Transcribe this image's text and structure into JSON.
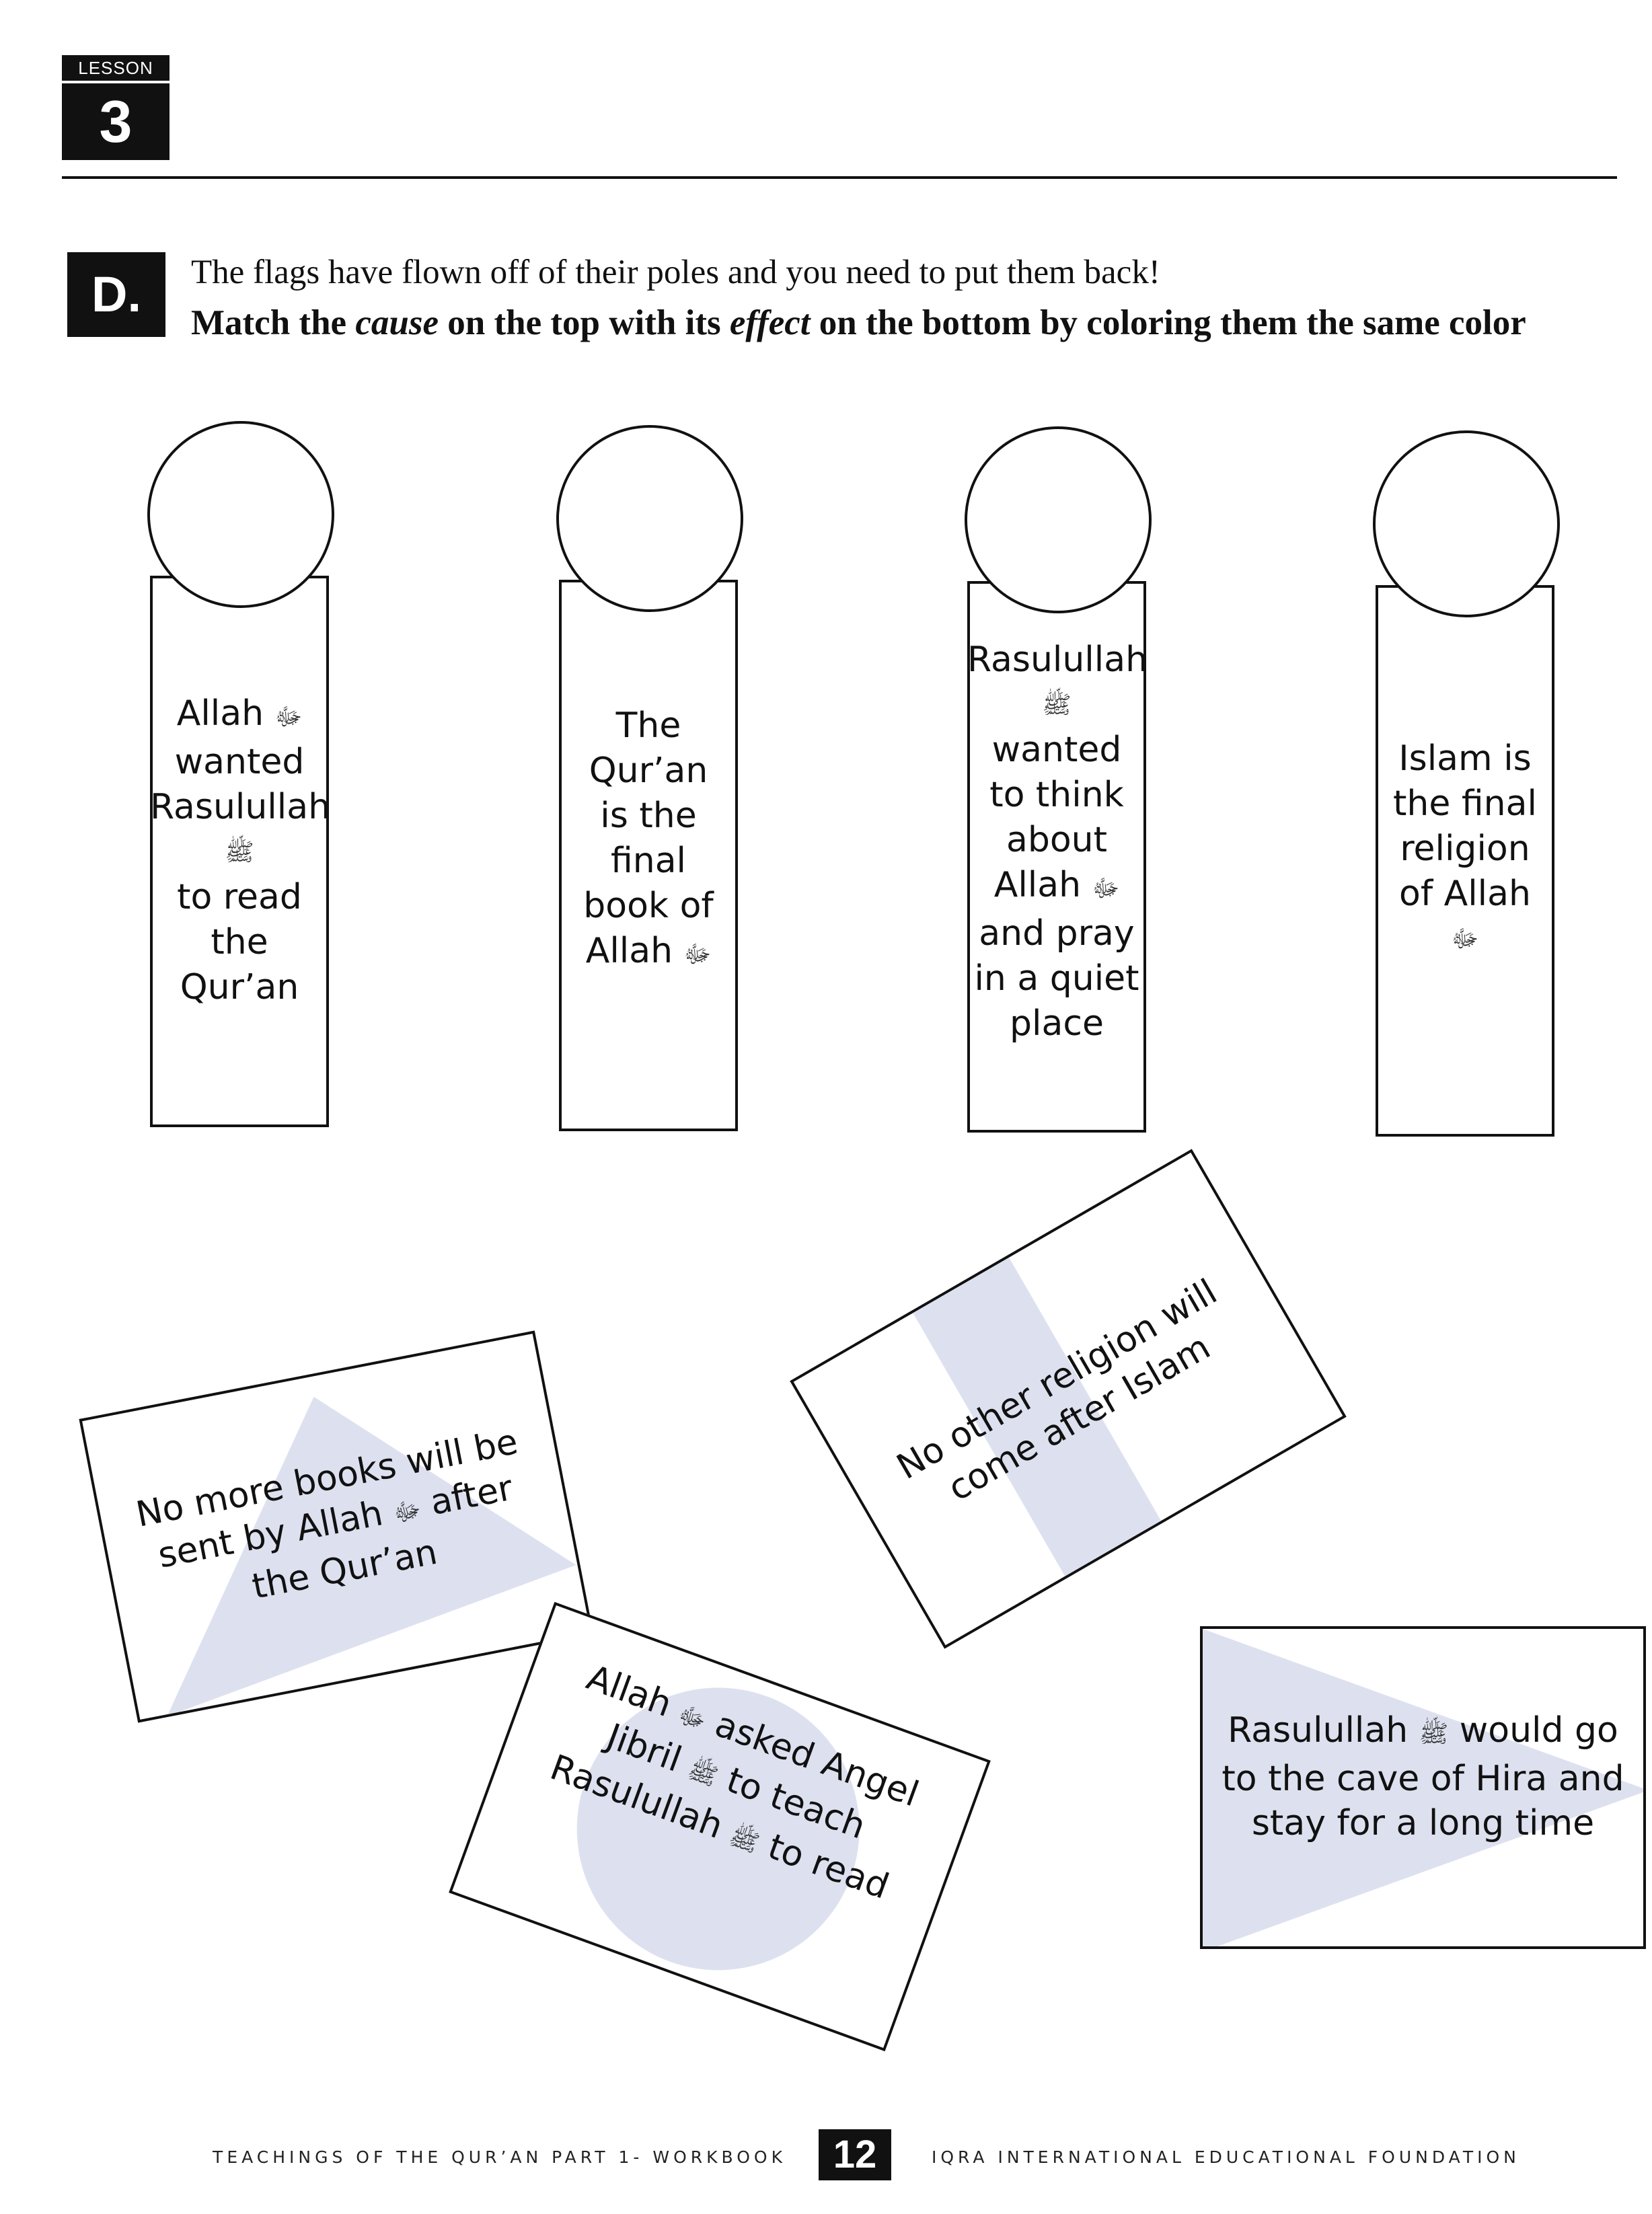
{
  "header": {
    "lesson_label": "LESSON",
    "lesson_number": "3"
  },
  "section": {
    "letter": "D.",
    "instruction_line1": "The flags have flown off of their poles and you need to put them back!",
    "instruction_line2_a": "Match the ",
    "instruction_line2_cause": "cause",
    "instruction_line2_b": " on the top with its ",
    "instruction_line2_effect": "effect",
    "instruction_line2_c": " on the bottom by coloring them the same color"
  },
  "honorific_swt": "ﷻ",
  "honorific_saw": "ﷺ",
  "honorific_as": "ﷺ",
  "poles": [
    {
      "lines": [
        "Allah",
        "wanted",
        "Rasulullah",
        "",
        "to read",
        "the",
        "Qur’an"
      ]
    },
    {
      "lines": [
        "The",
        "Qur’an",
        "is the",
        "final",
        "book of",
        "Allah"
      ]
    },
    {
      "lines": [
        "Rasulullah",
        "",
        "wanted",
        "to think",
        "about",
        "Allah",
        "and pray",
        "in a quiet",
        "place"
      ]
    },
    {
      "lines": [
        "Islam is",
        "the final",
        "religion",
        "of Allah",
        ""
      ]
    }
  ],
  "flags": [
    {
      "lines": [
        "No more books will be",
        "sent by Allah",
        "after",
        "the Qur’an"
      ]
    },
    {
      "lines": [
        "No other religion will",
        "come after Islam"
      ]
    },
    {
      "lines": [
        "Allah",
        "asked Angel",
        "Jibril",
        "to teach",
        "Rasulullah",
        "to read"
      ]
    },
    {
      "lines": [
        "Rasulullah",
        "would go",
        "to the cave of Hira and",
        "stay for a long time"
      ]
    }
  ],
  "colors": {
    "flag_shape": "#dde1ef",
    "ink": "#111111"
  },
  "footer": {
    "left": "TEACHINGS OF THE QUR’AN PART 1- WORKBOOK",
    "page": "12",
    "right": "IQRA INTERNATIONAL EDUCATIONAL FOUNDATION"
  }
}
